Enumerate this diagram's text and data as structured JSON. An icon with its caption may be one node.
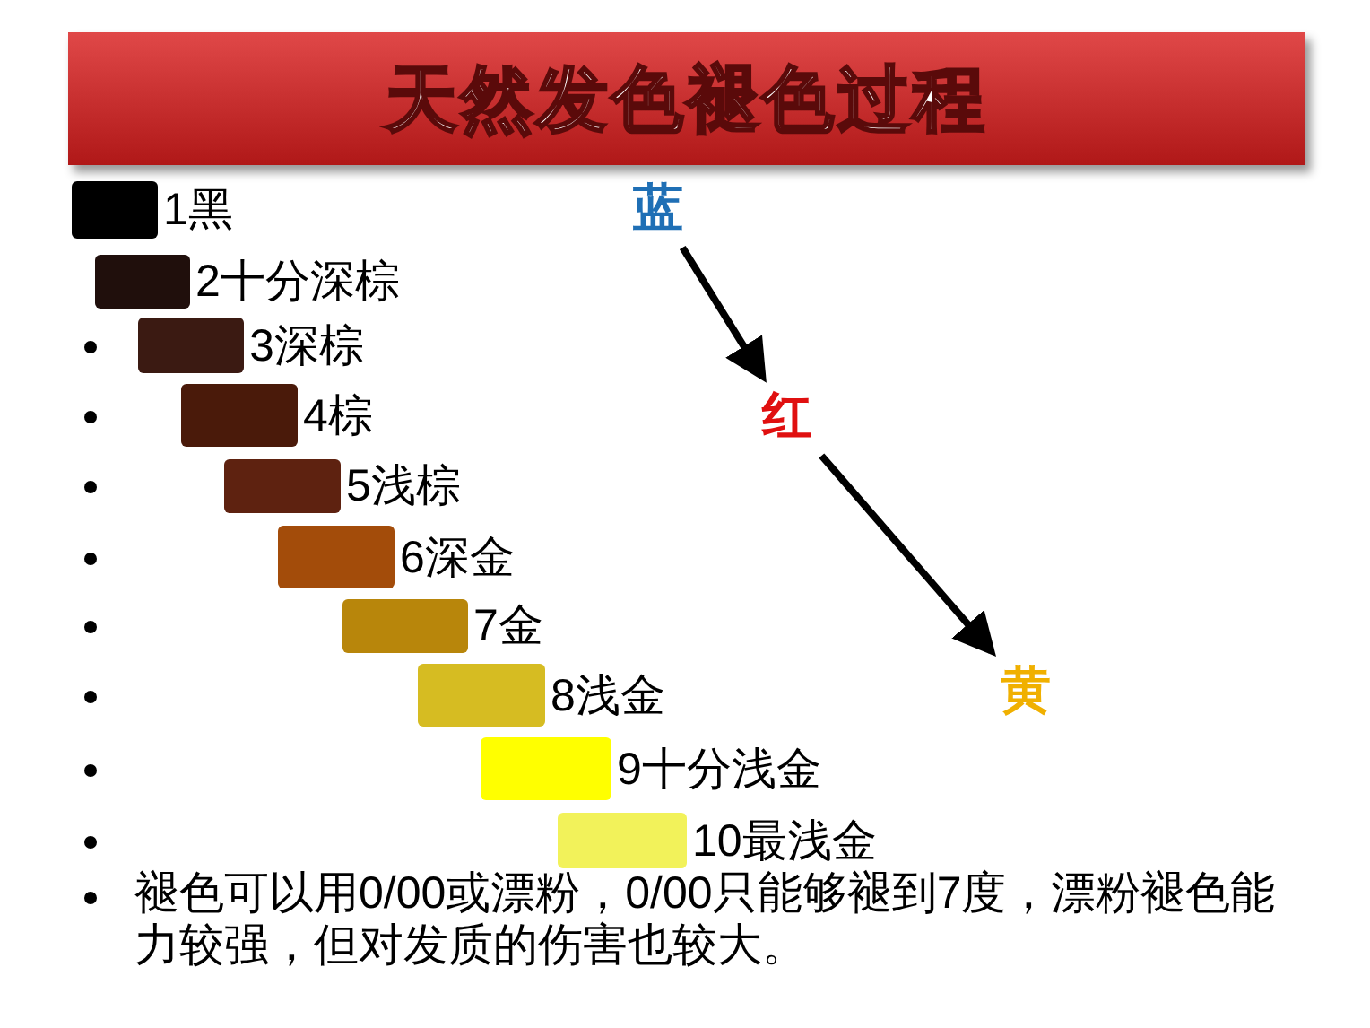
{
  "diagram": {
    "title": "天然发色褪色过程",
    "nodes": [
      {
        "text": [
          "蓝"
        ]
      },
      {
        "text": [
          "红"
        ]
      },
      {
        "text": [
          "黄"
        ]
      }
    ],
    "edges": [
      {
        "from": 0,
        "to": 1,
        "arrow": "to"
      },
      {
        "from": 1,
        "to": 2,
        "arrow": "to"
      }
    ],
    "labels": [
      "褪色可以用0/00或漂粉，0/00只能够褪到7度，漂粉褪色能力较强，但对发质的伤害也较大。"
    ],
    "legend": [
      {
        "text": "1黑",
        "color": "#000000"
      },
      {
        "text": "2十分深棕",
        "color": "#200f0c"
      },
      {
        "text": "3深棕",
        "color": "#3b1a12"
      },
      {
        "text": "4棕",
        "color": "#4a1a0a"
      },
      {
        "text": "5浅棕",
        "color": "#5e2210"
      },
      {
        "text": "6深金",
        "color": "#a34c0a"
      },
      {
        "text": "7金",
        "color": "#b8860b"
      },
      {
        "text": "8浅金",
        "color": "#d6bc22"
      },
      {
        "text": "9十分浅金",
        "color": "#ffff00"
      },
      {
        "text": "10最浅金",
        "color": "#f2f25a"
      }
    ]
  }
}
